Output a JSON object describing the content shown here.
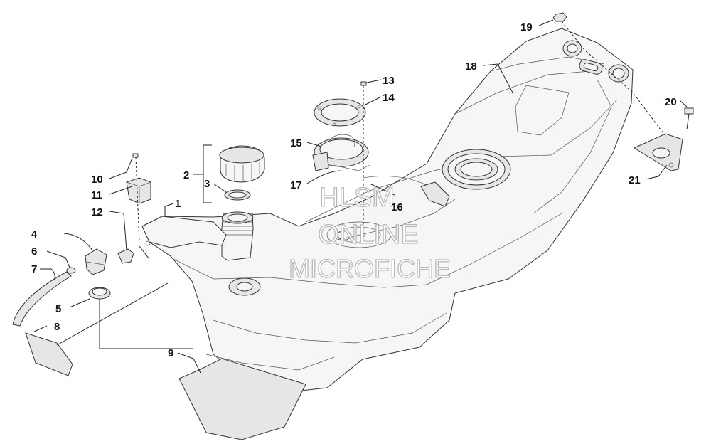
{
  "watermark": {
    "line1": "HLSM",
    "line2": "ONLINE",
    "line3": "MICROFICHE"
  },
  "callouts": [
    "1",
    "2",
    "3",
    "4",
    "5",
    "6",
    "7",
    "8",
    "9",
    "10",
    "11",
    "12",
    "13",
    "14",
    "15",
    "16",
    "17",
    "18",
    "19",
    "20",
    "21"
  ]
}
